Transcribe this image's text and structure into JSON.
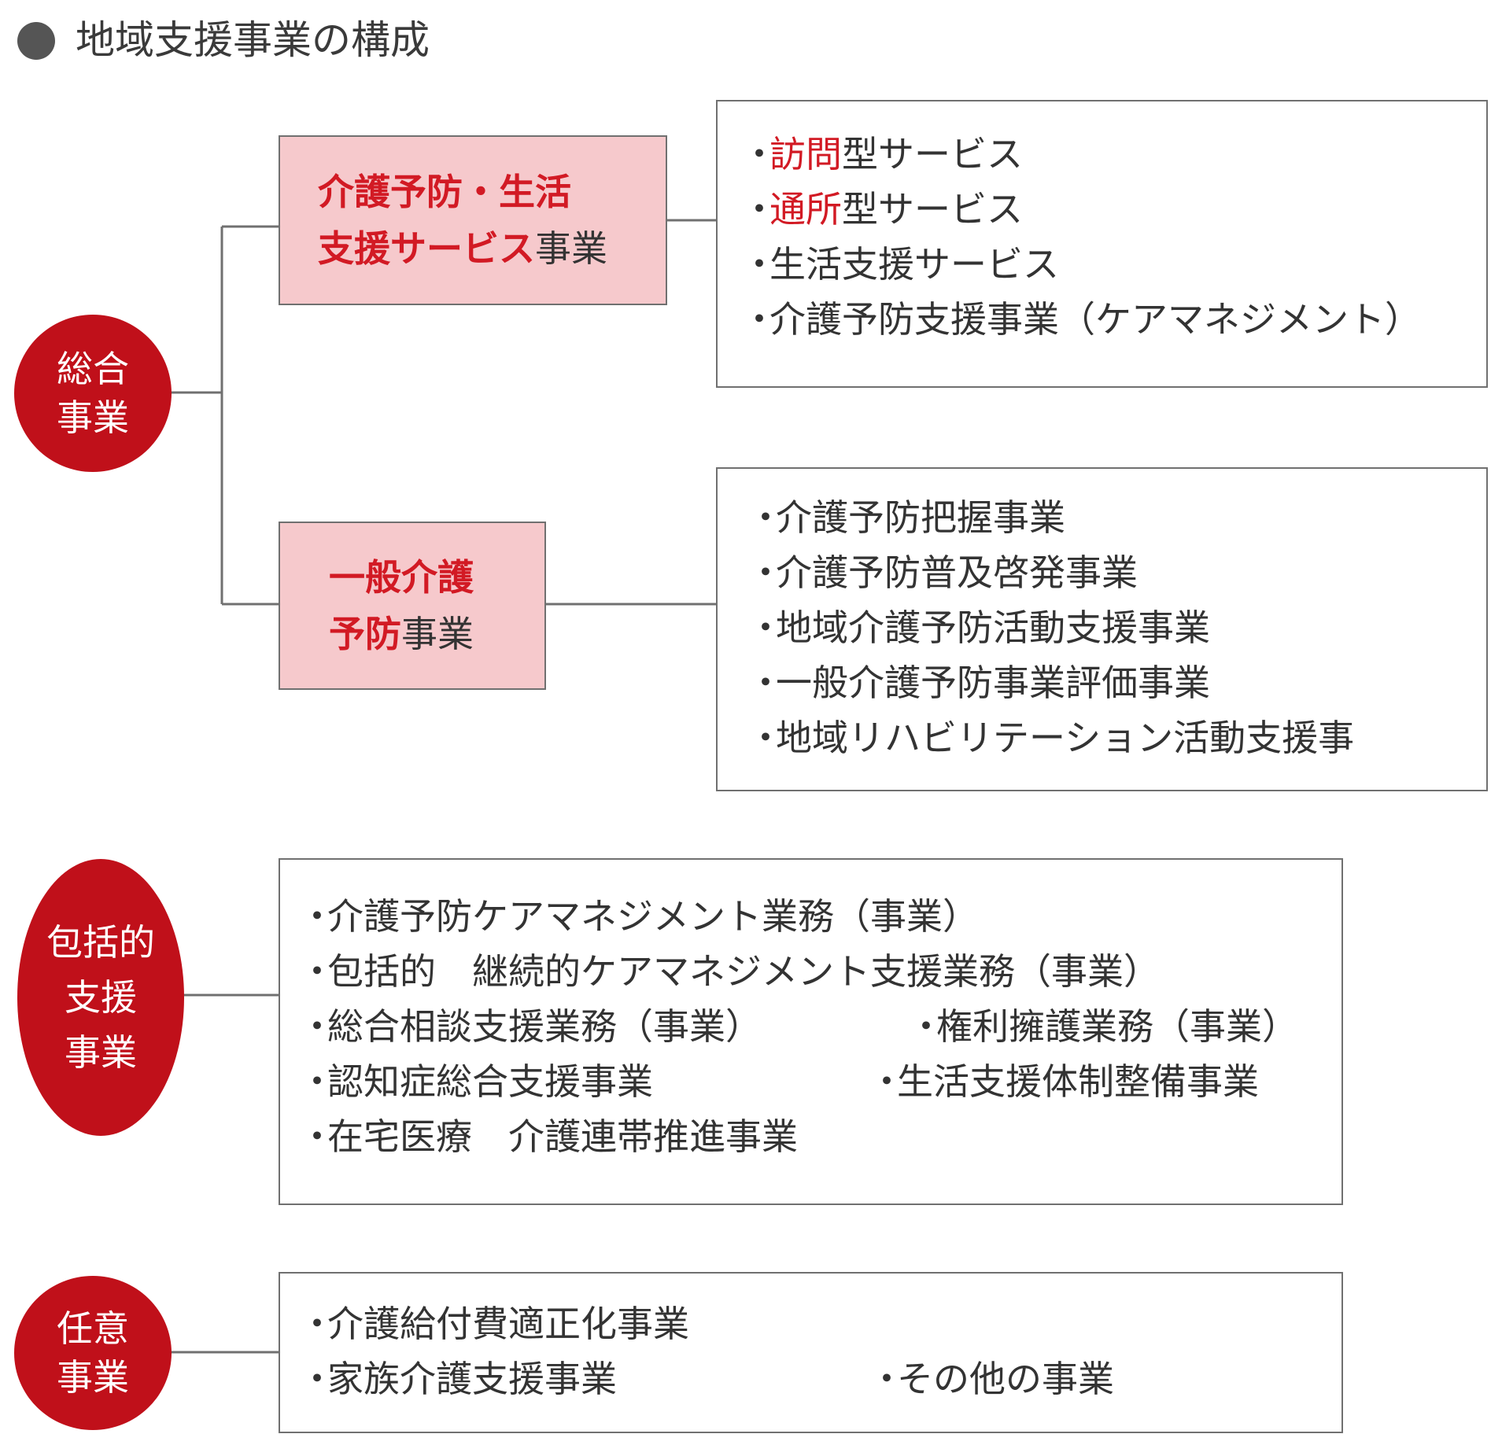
{
  "title": "地域支援事業の構成",
  "colors": {
    "accent_red": "#c0101a",
    "highlight_red": "#d21a24",
    "pink_fill": "#f6c9cc",
    "border_gray": "#707070",
    "title_dot": "#555555"
  },
  "bullet": "・",
  "sogo": {
    "circle_lines": [
      "総合",
      "事業"
    ],
    "service_box": {
      "line1": "介護予防・生活",
      "line2_red": "支援サービス",
      "line2_dark": "事業",
      "items": [
        {
          "red": "訪問",
          "rest": "型サービス"
        },
        {
          "red": "通所",
          "rest": "型サービス"
        },
        {
          "red": "",
          "rest": "生活支援サービス"
        },
        {
          "red": "",
          "rest": "介護予防支援事業（ケアマネジメント）"
        }
      ]
    },
    "general_box": {
      "line1": "一般介護",
      "line2_red": "予防",
      "line2_dark": "事業",
      "items": [
        "介護予防把握事業",
        "介護予防普及啓発事業",
        "地域介護予防活動支援事業",
        "一般介護予防事業評価事業",
        "地域リハビリテーション活動支援事"
      ]
    }
  },
  "houkatsu": {
    "circle_lines": [
      "包括的",
      "支援",
      "事業"
    ],
    "items": [
      "介護予防ケアマネジメント業務（事業）",
      "包括的　継続的ケアマネジメント支援業務（事業）",
      "総合相談支援業務（事業）",
      "権利擁護業務（事業）",
      "認知症総合支援事業",
      "生活支援体制整備事業",
      "在宅医療　介護連帯推進事業"
    ]
  },
  "nini": {
    "circle_lines": [
      "任意",
      "事業"
    ],
    "items": [
      "介護給付費適正化事業",
      "家族介護支援事業",
      "その他の事業"
    ]
  }
}
